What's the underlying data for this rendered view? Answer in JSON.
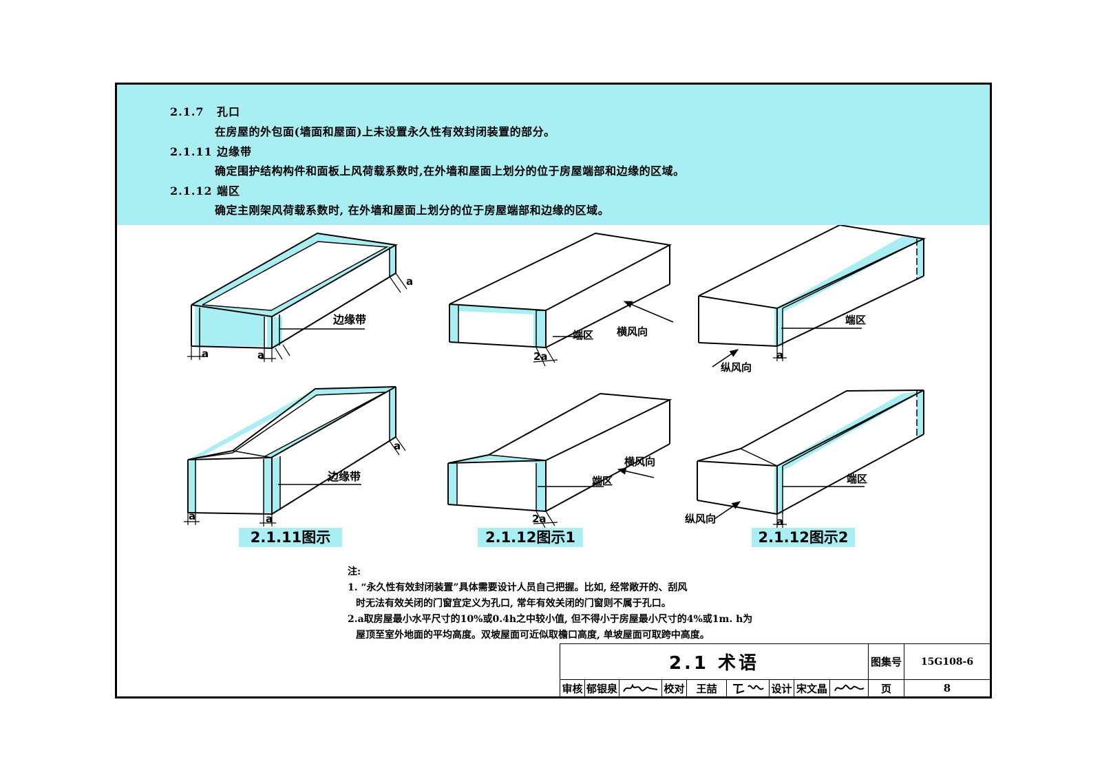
{
  "terms": [
    {
      "number": "2.1.7",
      "name": "孔口",
      "definition": "在房屋的外包面(墙面和屋面)上未设置永久性有效封闭装置的部分。"
    },
    {
      "number": "2.1.11",
      "name": "边缘带",
      "definition": "确定围护结构构件和面板上风荷载系数时,在外墙和屋面上划分的位于房屋端部和边缘的区域。"
    },
    {
      "number": "2.1.12",
      "name": "端区",
      "definition": "确定主刚架风荷载系数时, 在外墙和屋面上划分的位于房屋端部和边缘的区域。"
    }
  ],
  "figures": {
    "labels": {
      "edge_band": "边缘带",
      "end_zone": "端区",
      "transverse_wind": "横风向",
      "longitudinal_wind": "纵风向",
      "dim_a": "a",
      "dim_2a": "2a"
    },
    "captions": [
      "2.1.11图示",
      "2.1.12图示1",
      "2.1.12图示2"
    ]
  },
  "notes": {
    "heading": "注:",
    "lines": [
      "1. “永久性有效封闭装置”具体需要设计人员自己把握。比如, 经常敞开的、刮风",
      "   时无法有效关闭的门窗宜定义为孔口, 常年有效关闭的门窗则不属于孔口。",
      "2.a取房屋最小水平尺寸的10%或0.4h之中较小值, 但不得小于房屋最小尺寸的4%或1m. h为",
      "   屋顶至室外地面的平均高度。双坡屋面可近似取檐口高度, 单坡屋面可取跨中高度。"
    ]
  },
  "title_block": {
    "title": "2.1  术语",
    "atlas_label": "图集号",
    "atlas_number": "15G108-6",
    "review_label": "审核",
    "reviewer": "郁银泉",
    "check_label": "校对",
    "checker": "王喆",
    "design_label": "设计",
    "designer": "宋文晶",
    "page_label": "页",
    "page_number": "8"
  },
  "colors": {
    "highlight": "#a8eef2",
    "line": "#000000"
  }
}
